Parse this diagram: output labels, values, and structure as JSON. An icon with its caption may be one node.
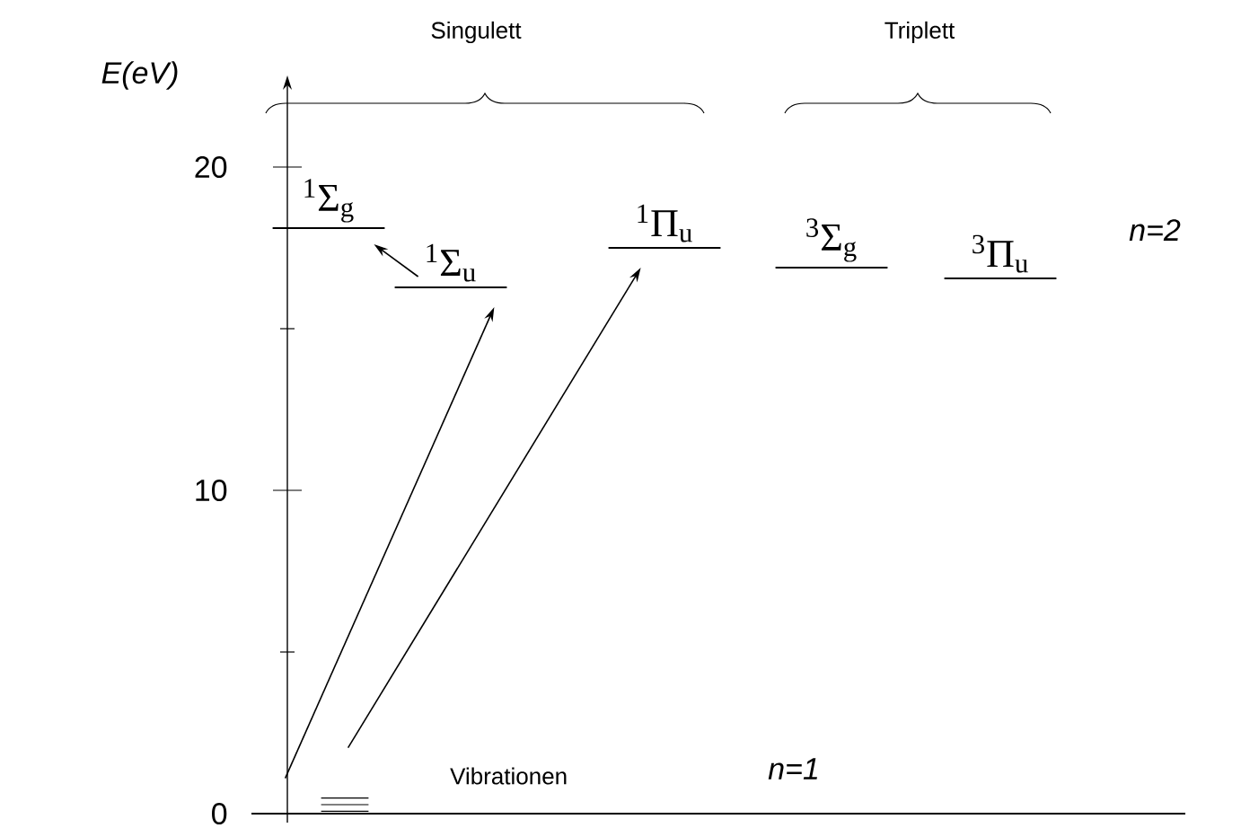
{
  "diagram": {
    "nodes": [
      {
        "text": [
          "$^{1}$Σ$_{g}$"
        ]
      },
      {
        "text": [
          "$^{1}$Σ$_{u}$"
        ]
      },
      {
        "text": [
          "$^{1}$Π$_{u}$"
        ]
      },
      {
        "text": [
          "$^{3}$Σ$_{g}$"
        ]
      },
      {
        "text": [
          "$^{3}$Π$_{u}$"
        ]
      },
      {
        "text": [],
        "shape": "bar",
        "beside": [
          "Vibrationen"
        ]
      }
    ],
    "edges": [
      {
        "from": 1,
        "to": 0,
        "arrow": "to"
      },
      {
        "from": 5,
        "to": 1,
        "arrow": "to"
      },
      {
        "from": 5,
        "to": 2,
        "arrow": "to"
      }
    ],
    "labels": [
      "Singulett",
      "Triplett",
      "E(eV)",
      "20",
      "10",
      "0",
      "n=2",
      "n=1"
    ]
  }
}
